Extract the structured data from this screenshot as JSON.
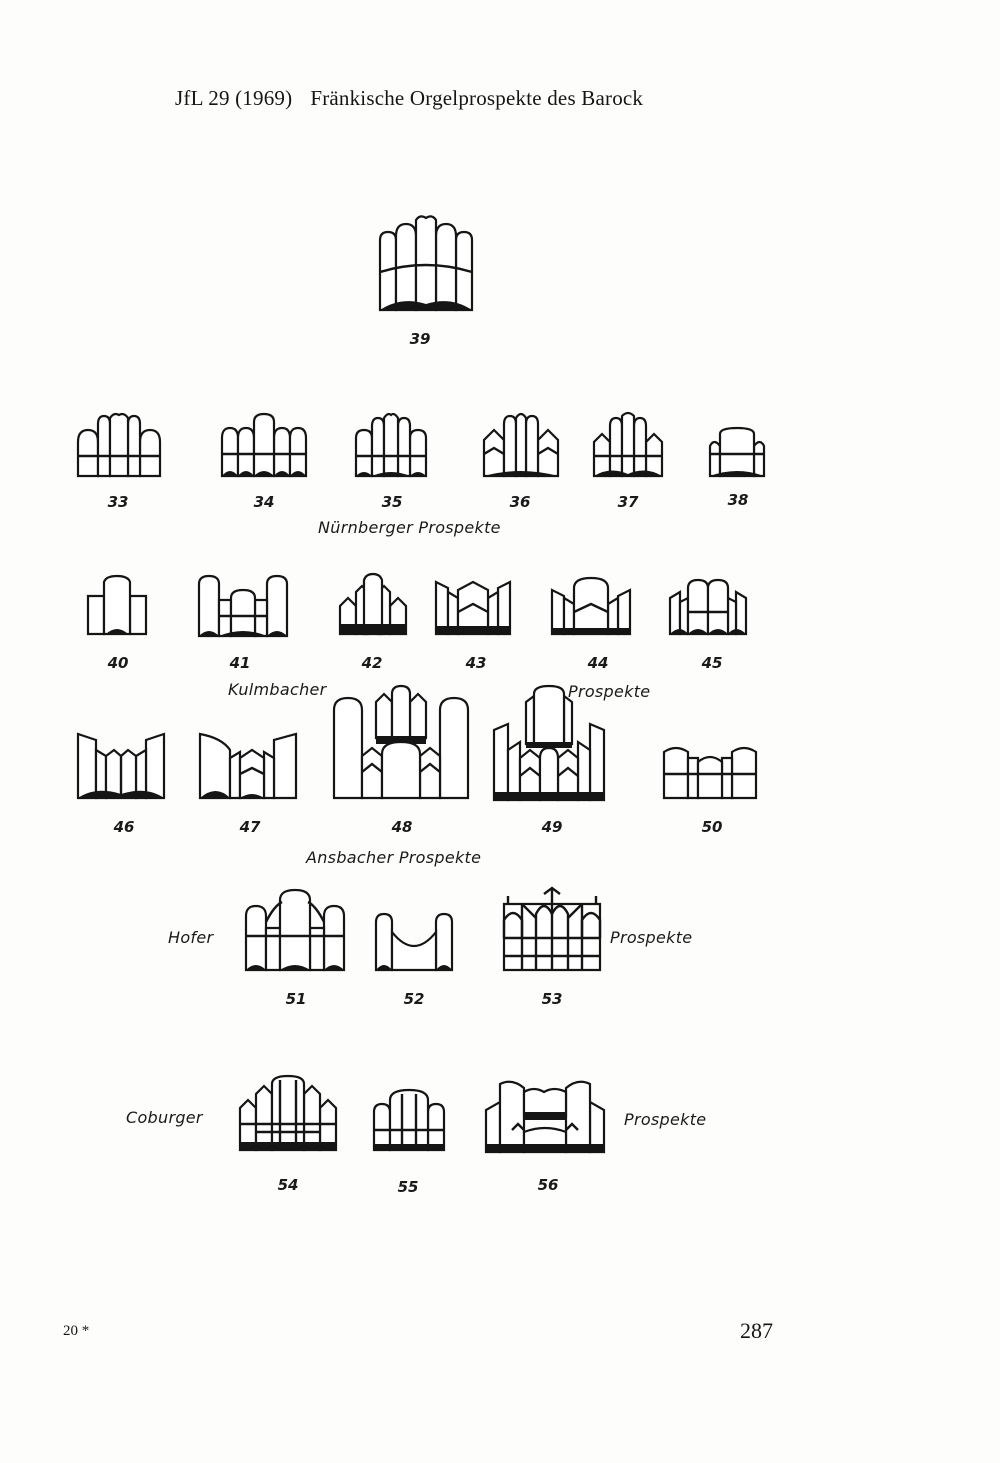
{
  "header": {
    "journal": "JfL 29 (1969)",
    "title": "Fränkische Orgelprospekte des Barock"
  },
  "groups": {
    "nuernberger": "Nürnberger Prospekte",
    "kulmbacher": "Kulmbacher",
    "kulmbacher_prospekte": "Prospekte",
    "ansbacher": "Ansbacher Prospekte",
    "hofer": "Hofer",
    "hofer_prospekte": "Prospekte",
    "coburger": "Coburger",
    "coburger_prospekte": "Prospekte"
  },
  "figures": [
    {
      "id": "39",
      "label": "39"
    },
    {
      "id": "33",
      "label": "33"
    },
    {
      "id": "34",
      "label": "34"
    },
    {
      "id": "35",
      "label": "35"
    },
    {
      "id": "36",
      "label": "36"
    },
    {
      "id": "37",
      "label": "37"
    },
    {
      "id": "38",
      "label": "38"
    },
    {
      "id": "40",
      "label": "40"
    },
    {
      "id": "41",
      "label": "41"
    },
    {
      "id": "42",
      "label": "42"
    },
    {
      "id": "43",
      "label": "43"
    },
    {
      "id": "44",
      "label": "44"
    },
    {
      "id": "45",
      "label": "45"
    },
    {
      "id": "46",
      "label": "46"
    },
    {
      "id": "47",
      "label": "47"
    },
    {
      "id": "48",
      "label": "48"
    },
    {
      "id": "49",
      "label": "49"
    },
    {
      "id": "50",
      "label": "50"
    },
    {
      "id": "51",
      "label": "51"
    },
    {
      "id": "52",
      "label": "52"
    },
    {
      "id": "53",
      "label": "53"
    },
    {
      "id": "54",
      "label": "54"
    },
    {
      "id": "55",
      "label": "55"
    },
    {
      "id": "56",
      "label": "56"
    }
  ],
  "footer": {
    "signature": "20 *",
    "page_number": "287"
  }
}
